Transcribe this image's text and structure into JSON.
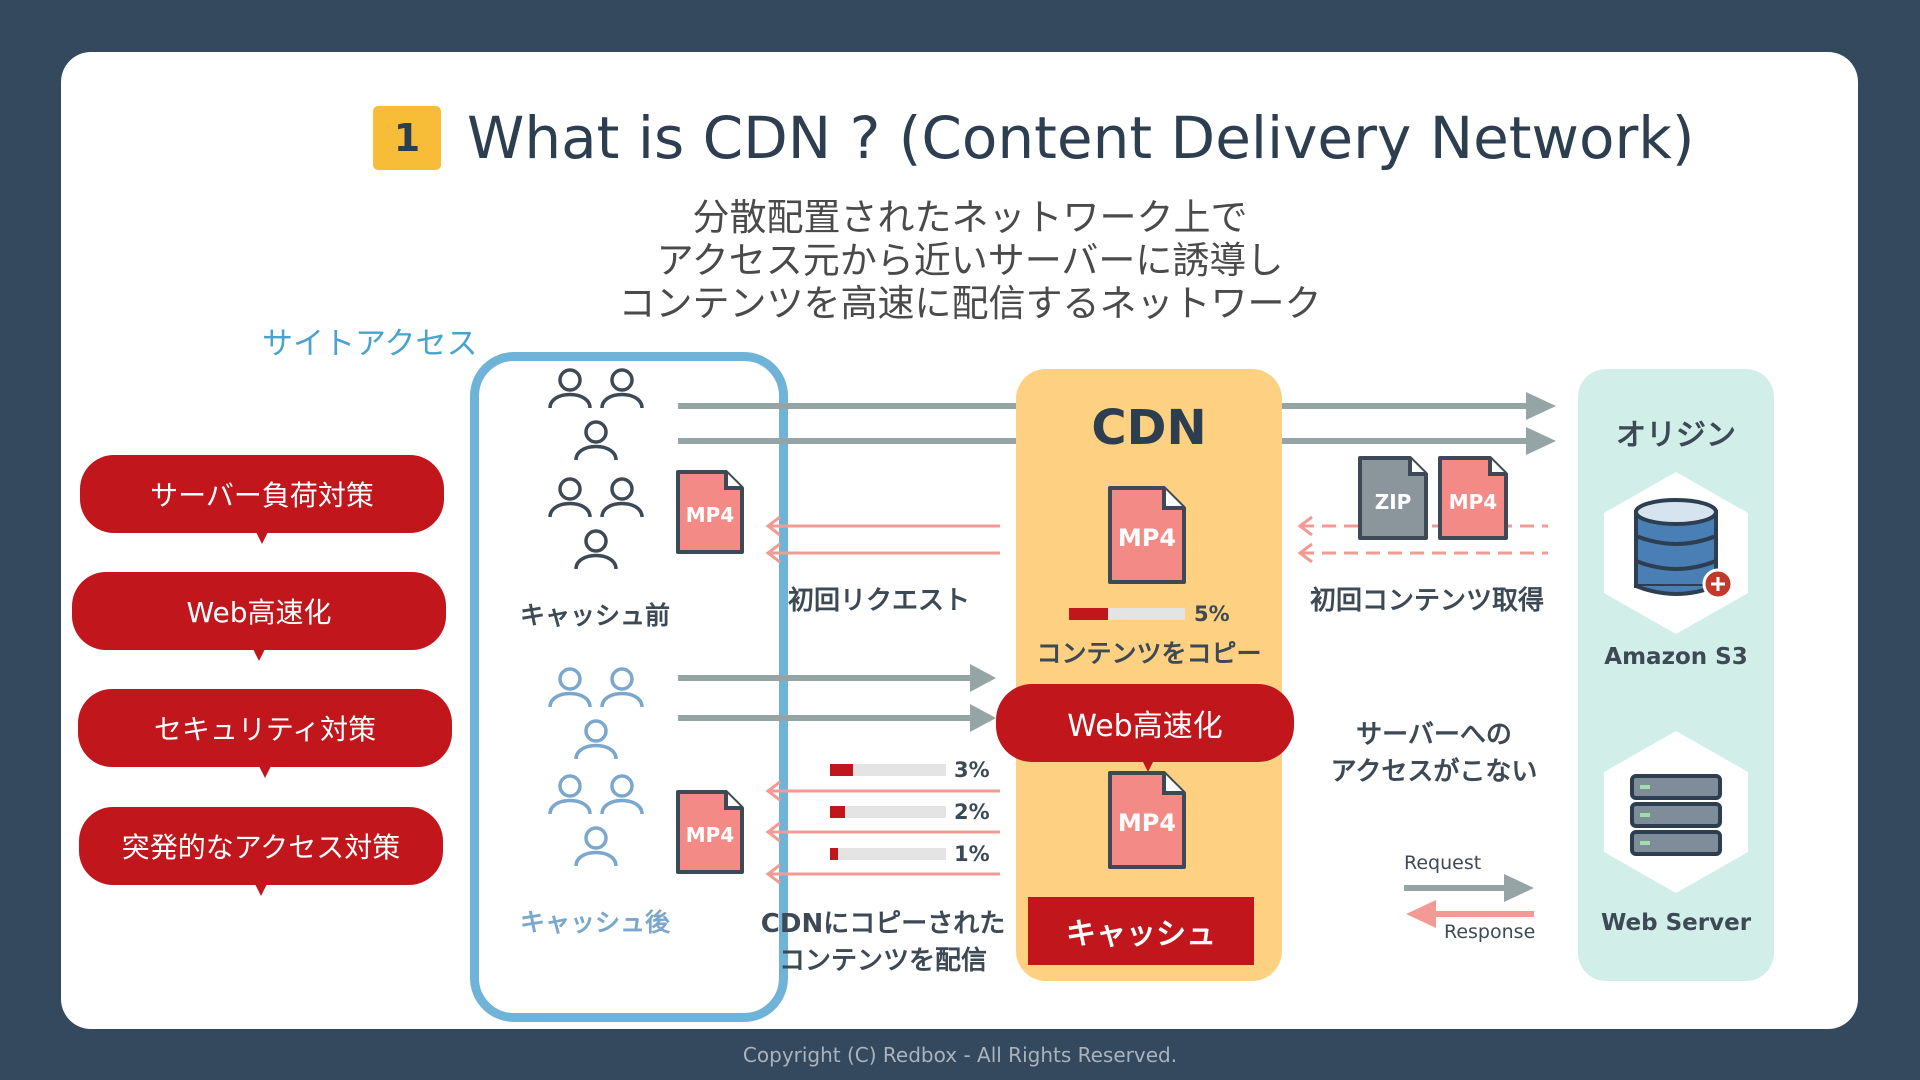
{
  "title": {
    "number": "1",
    "text": "What is CDN ? (Content Delivery Network)"
  },
  "subtitle": [
    "分散配置されたネットワーク上で",
    "アクセス元から近いサーバーに誘導し",
    "コンテンツを高速に配信するネットワーク"
  ],
  "site_access": {
    "label": "サイトアクセス",
    "before_label": "キャッシュ前",
    "after_label": "キャッシュ後",
    "file_label": "MP4"
  },
  "benefits": [
    "サーバー負荷対策",
    "Web高速化",
    "セキュリティ対策",
    "突発的なアクセス対策"
  ],
  "flow": {
    "first_request": "初回リクエスト",
    "first_content": "初回コンテンツ取得",
    "copy_delivery": [
      "CDNにコピーされた",
      "コンテンツを配信"
    ],
    "no_access": [
      "サーバーへの",
      "アクセスがこない"
    ],
    "progress": [
      {
        "value": 3,
        "label": "3%"
      },
      {
        "value": 2,
        "label": "2%"
      },
      {
        "value": 1,
        "label": "1%"
      }
    ]
  },
  "cdn": {
    "title": "CDN",
    "file_label": "MP4",
    "copy_progress": {
      "value": 5,
      "label": "5%"
    },
    "copy_label": "コンテンツをコピー",
    "speed_label": "Web高速化",
    "cache_label": "キャッシュ"
  },
  "origin_files": [
    "ZIP",
    "MP4"
  ],
  "origin": {
    "title": "オリジン",
    "s3_label": "Amazon S3",
    "server_label": "Web Server"
  },
  "legend": {
    "request": "Request",
    "response": "Response"
  },
  "footer": "Copyright (C) Redbox - All Rights Reserved.",
  "colors": {
    "accent_red": "#c0161c",
    "cdn_yellow": "#fdd181",
    "origin_mint": "#d2eee9",
    "site_blue": "#6fb4d8",
    "badge": "#f7bd39"
  }
}
